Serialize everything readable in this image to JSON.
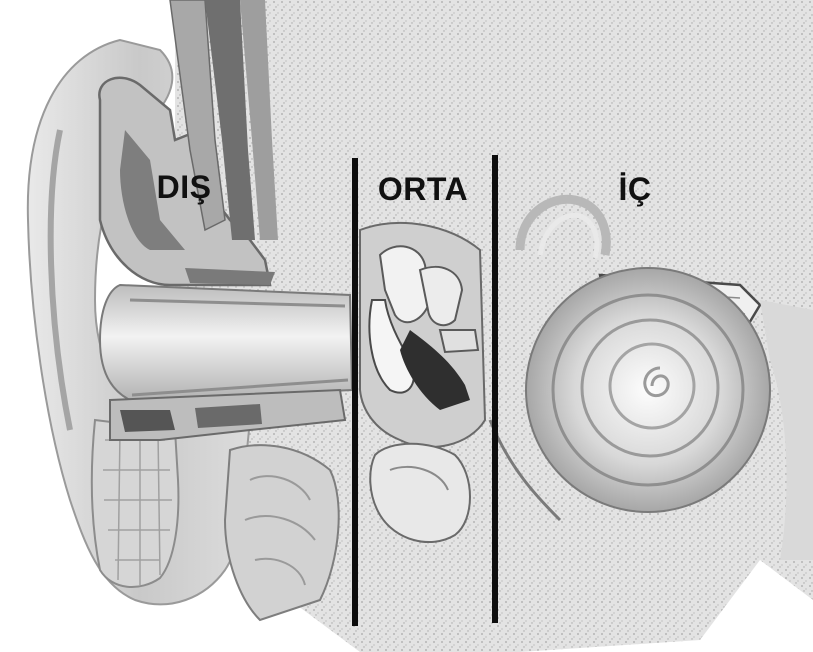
{
  "labels": {
    "outer": "DIŞ",
    "middle": "ORTA",
    "inner": "İÇ"
  },
  "colors": {
    "background": "#ffffff",
    "ink": "#111111",
    "tissue_light": "#e6e6e6",
    "tissue_mid": "#c4c4c4",
    "tissue_dark": "#8a8a8a",
    "tissue_darkest": "#555555",
    "divider": "#0d0d0d"
  }
}
